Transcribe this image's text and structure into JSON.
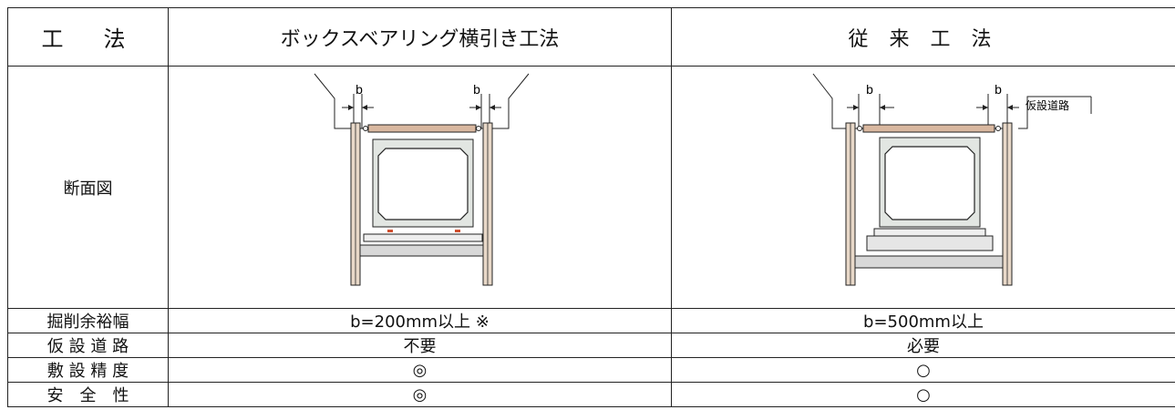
{
  "header": {
    "method": "工　法",
    "new_method": "ボックスベアリング横引き工法",
    "conventional": "従 来 工 法"
  },
  "section_row": {
    "label": "断面図",
    "left_dim_b1": "b",
    "left_dim_b2": "b",
    "right_dim_b1": "b",
    "right_dim_b2": "b",
    "temp_road_label": "仮設道路"
  },
  "rows": [
    {
      "label": "掘削余裕幅",
      "new": "b=200mm以上 ※",
      "conventional": "b=500mm以上"
    },
    {
      "label": "仮 設 道 路",
      "new": "不要",
      "conventional": "必要"
    },
    {
      "label": "敷 設 精 度",
      "new": "◎",
      "conventional": "○"
    },
    {
      "label": "安　全　性",
      "new": "◎",
      "conventional": "○"
    }
  ],
  "colors": {
    "border": "#222222",
    "pile_fill": "#e8d8c8",
    "beam_fill": "#d9b8a0",
    "box_fill": "#e2e6e2",
    "base_fill": "#d8d8d8",
    "bearing": "#d05030"
  }
}
